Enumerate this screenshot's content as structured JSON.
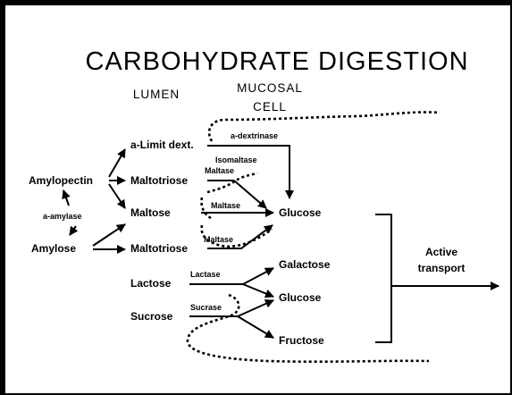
{
  "title": "CARBOHYDRATE DIGESTION",
  "headers": {
    "lumen": "LUMEN",
    "mucosal_1": "MUCOSAL",
    "mucosal_2": "CELL"
  },
  "substrates": {
    "amylopectin": "Amylopectin",
    "amylose": "Amylose",
    "alpha_amylase": "a-amylase"
  },
  "intermediates": {
    "limit_dextrin": "a-Limit dext.",
    "maltotriose_1": "Maltotriose",
    "maltose": "Maltose",
    "maltotriose_2": "Maltotriose",
    "lactose": "Lactose",
    "sucrose": "Sucrose"
  },
  "enzymes": {
    "a_dextrinase": "a-dextrinase",
    "isomaltase": "Isomaltase",
    "maltase_1": "Maltase",
    "maltase_2": "Maltase",
    "maltase_3": "Maltase",
    "lactase": "Lactase",
    "sucrase": "Sucrase"
  },
  "products": {
    "glucose_1": "Glucose",
    "galactose": "Galactose",
    "glucose_2": "Glucose",
    "fructose": "Fructose"
  },
  "transport": {
    "line1": "Active",
    "line2": "transport"
  }
}
